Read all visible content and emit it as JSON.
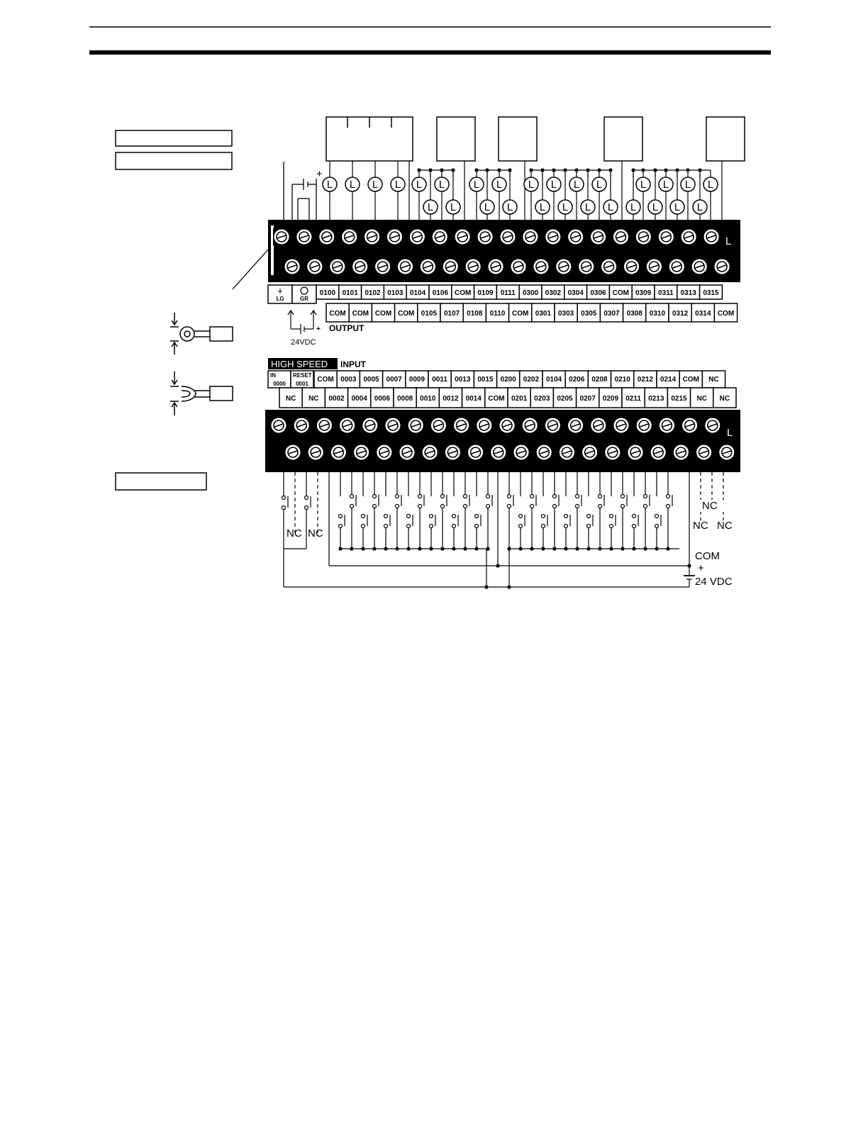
{
  "output_block": {
    "label": "OUTPUT",
    "supply_label": "24VDC",
    "top_row": [
      "LG",
      "GR",
      "0100",
      "0101",
      "0102",
      "0103",
      "0104",
      "0106",
      "COM",
      "0109",
      "0111",
      "0300",
      "0302",
      "0304",
      "0306",
      "COM",
      "0309",
      "0311",
      "0313",
      "0315"
    ],
    "bottom_row": [
      "COM",
      "COM",
      "COM",
      "COM",
      "0105",
      "0107",
      "0108",
      "0110",
      "COM",
      "0301",
      "0303",
      "0305",
      "0307",
      "0308",
      "0310",
      "0312",
      "0314",
      "COM"
    ]
  },
  "input_block": {
    "high_speed_label": "HIGH SPEED",
    "input_label": "INPUT",
    "hs_in_top": "IN",
    "hs_in_bottom": "0000",
    "hs_reset_top": "RESET",
    "hs_reset_bottom": "0001",
    "top_row": [
      "COM",
      "0003",
      "0005",
      "0007",
      "0009",
      "0011",
      "0013",
      "0015",
      "0200",
      "0202",
      "0104",
      "0206",
      "0208",
      "0210",
      "0212",
      "0214",
      "COM",
      "NC"
    ],
    "bottom_row": [
      "NC",
      "NC",
      "0002",
      "0004",
      "0006",
      "0008",
      "0010",
      "0012",
      "0014",
      "COM",
      "0201",
      "0203",
      "0205",
      "0207",
      "0209",
      "0211",
      "0213",
      "0215",
      "NC",
      "NC"
    ]
  },
  "load_symbol": "L",
  "nc_labels": [
    "NC",
    "NC",
    "NC",
    "NC",
    "NC"
  ],
  "com_label": "COM",
  "plus_label": "+",
  "input_supply_label": "24 VDC"
}
